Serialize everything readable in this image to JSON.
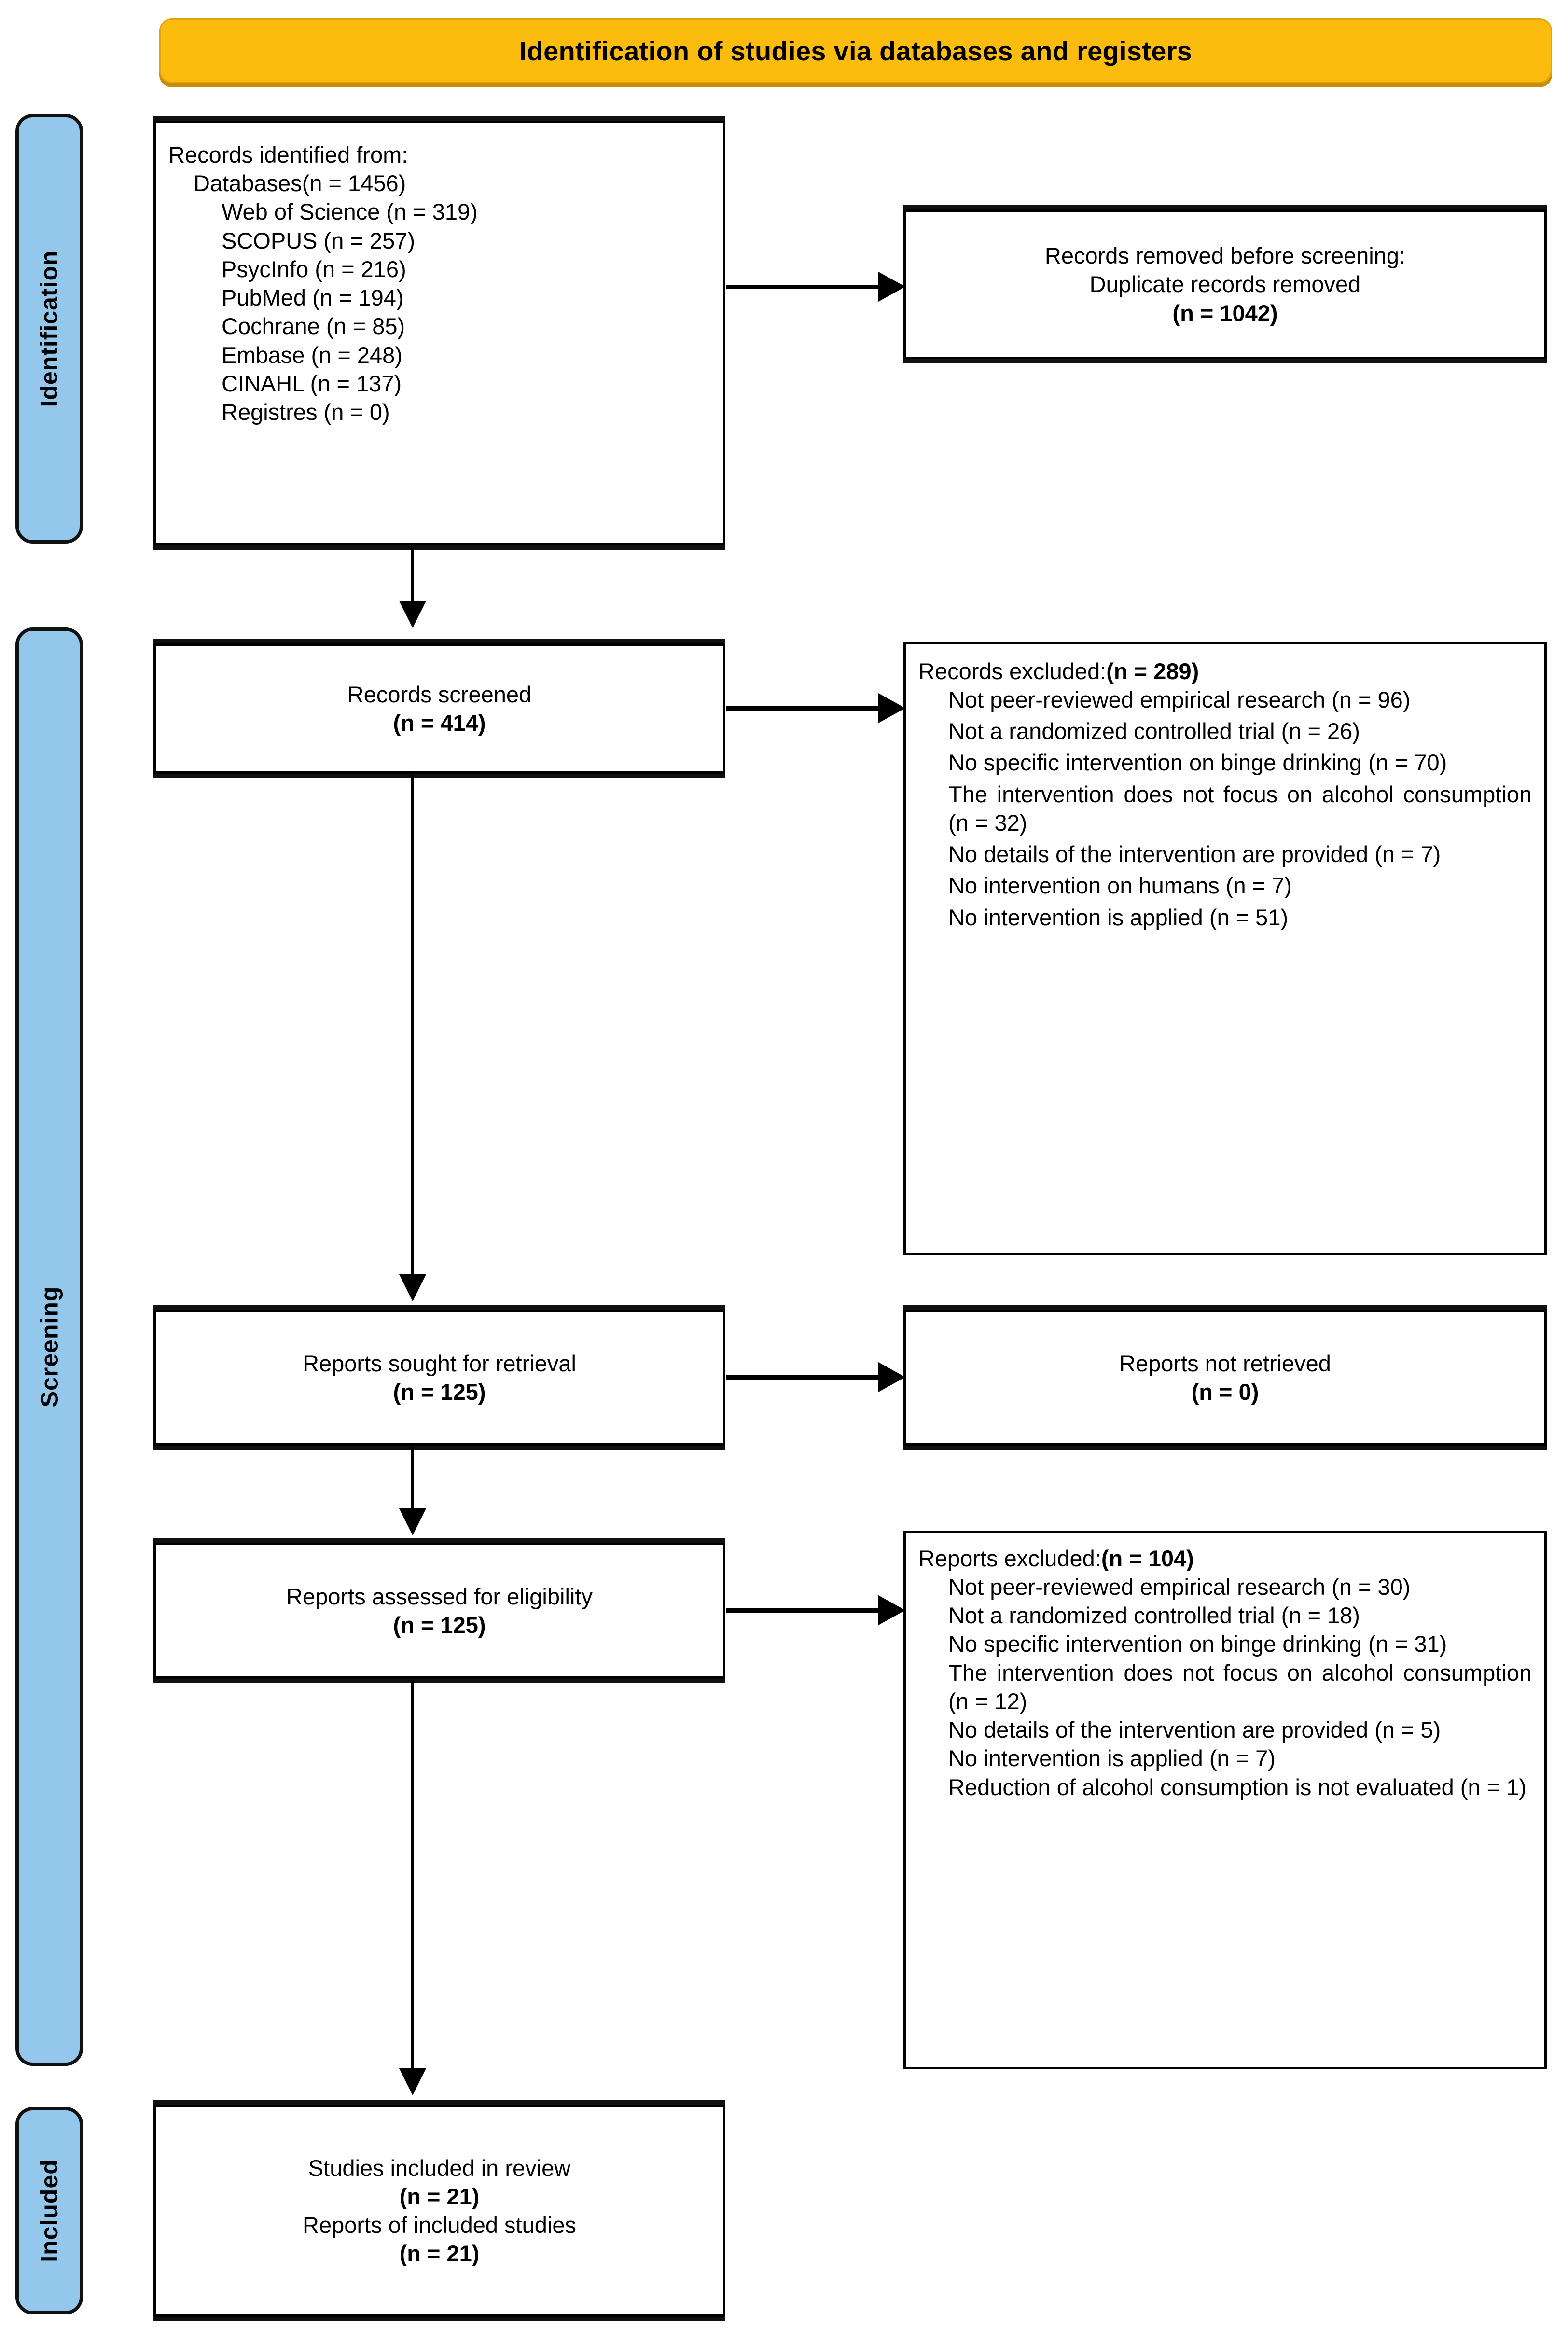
{
  "banner": {
    "title": "Identification of studies via databases and registers"
  },
  "stages": [
    {
      "key": "identification",
      "label": "Identification"
    },
    {
      "key": "screening",
      "label": "Screening"
    },
    {
      "key": "included",
      "label": "Included"
    }
  ],
  "boxes": {
    "records_identified": {
      "title": "Records identified from:",
      "subtitle_label": "Databases",
      "subtitle_count": "(n = 1456)",
      "sources": [
        "Web of Science (n = 319)",
        "SCOPUS (n = 257)",
        "PsycInfo (n = 216)",
        "PubMed (n = 194)",
        "Cochrane (n = 85)",
        "Embase (n = 248)",
        "CINAHL (n = 137)",
        "Registres (n = 0)"
      ]
    },
    "records_removed": {
      "line1": "Records removed before screening:",
      "line2": "Duplicate records removed",
      "count": "(n = 1042)"
    },
    "records_screened": {
      "label": "Records screened",
      "count": "(n = 414)"
    },
    "records_excluded": {
      "heading_label": "Records excluded:",
      "heading_count": "(n = 289)",
      "reasons": [
        "Not peer-reviewed empirical research (n = 96)",
        "Not a randomized controlled trial (n = 26)",
        "No specific intervention on binge drinking (n = 70)",
        "The intervention does not focus on alcohol consumption (n = 32)",
        "No details of the intervention are provided (n = 7)",
        "No intervention on humans (n = 7)",
        "No intervention is applied (n = 51)"
      ]
    },
    "reports_sought": {
      "label": "Reports sought for retrieval",
      "count": "(n = 125)"
    },
    "reports_not_retrieved": {
      "label": "Reports not retrieved",
      "count": "(n = 0)"
    },
    "reports_assessed": {
      "label": "Reports assessed for eligibility",
      "count": "(n = 125)"
    },
    "reports_excluded": {
      "heading_label": "Reports excluded:",
      "heading_count": "(n = 104)",
      "reasons": [
        "Not peer-reviewed empirical research (n = 30)",
        "Not a randomized controlled trial (n = 18)",
        "No specific intervention on binge drinking (n = 31)",
        "The intervention does not focus on alcohol consumption (n = 12)",
        "No details of the intervention are provided (n = 5)",
        "No intervention is applied (n = 7)",
        "Reduction of alcohol consumption is not evaluated (n = 1)"
      ]
    },
    "studies_included": {
      "line1": "Studies included in review",
      "count1": "(n = 21)",
      "line2": "Reports of included studies",
      "count2": "(n = 21)"
    }
  },
  "colors": {
    "banner_fill": "#FBBC0E",
    "banner_shadow": "#C98E09",
    "pill_fill": "#93C7EC",
    "stroke": "#000000"
  }
}
